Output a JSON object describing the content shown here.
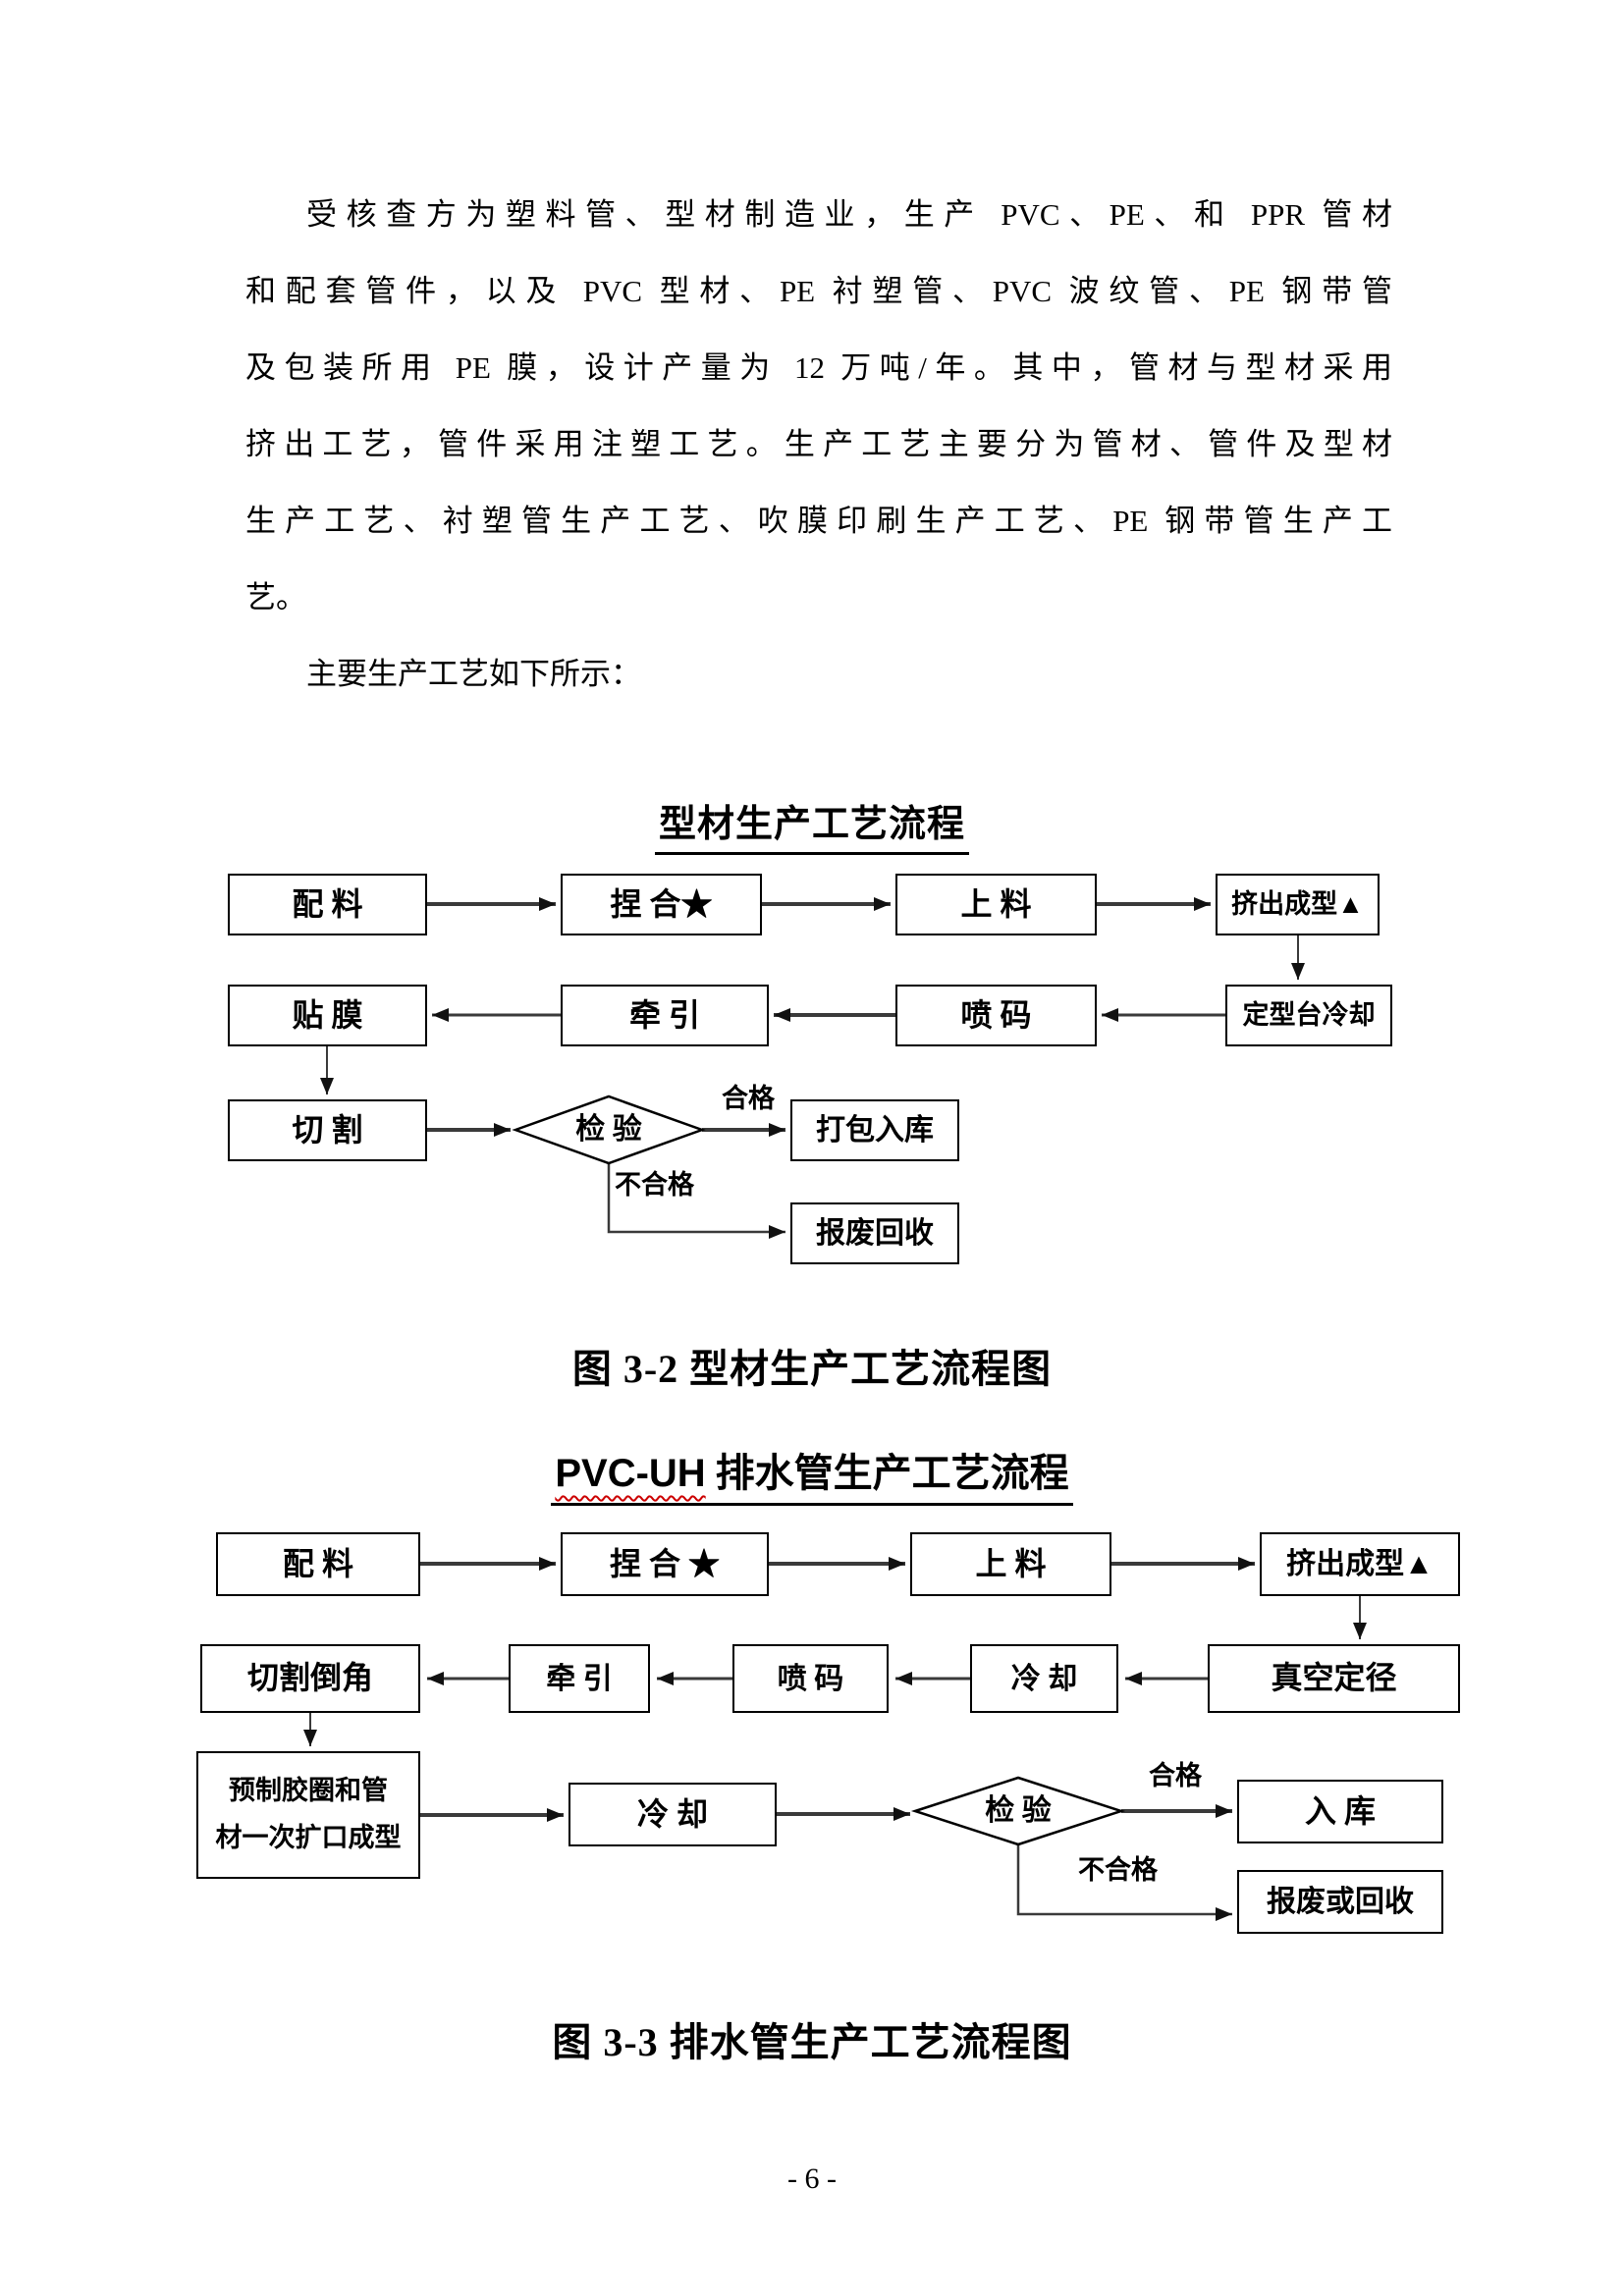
{
  "document": {
    "page_number": "- 6 -",
    "paragraph_lines": [
      "受核查方为塑料管、型材制造业，生产 PVC、PE、和 PPR 管材",
      "和配套管件，以及 PVC 型材、PE 衬塑管、PVC 波纹管、PE 钢带管",
      "及包装所用 PE 膜，设计产量为 12 万吨/年。其中，管材与型材采用",
      "挤出工艺，管件采用注塑工艺。生产工艺主要分为管材、管件及型材",
      "生产工艺、衬塑管生产工艺、吹膜印刷生产工艺、PE 钢带管生产工",
      "艺。",
      "主要生产工艺如下所示："
    ]
  },
  "colors": {
    "text": "#000000",
    "box_border": "#000000",
    "connector_line": "#333333",
    "spellcheck_underline": "#cc0000"
  },
  "chart1": {
    "title": "型材生产工艺流程",
    "caption": "图 3-2 型材生产工艺流程图",
    "nodes": {
      "peiliao": "配 料",
      "niehe": "捏 合★",
      "shangliao": "上 料",
      "jichucx": "挤出成型▲",
      "dingxing": "定型台冷却",
      "penma": "喷 码",
      "qianyin": "牵 引",
      "tiemo": "贴 膜",
      "qiege": "切 割",
      "jianyan": "检 验",
      "dabao": "打包入库",
      "baofei": "报废回收"
    },
    "labels": {
      "pass": "合格",
      "fail": "不合格"
    }
  },
  "chart2": {
    "title_en": "PVC-UH",
    "title_zh": " 排水管生产工艺流程",
    "caption": "图 3-3 排水管生产工艺流程图",
    "nodes": {
      "peiliao": "配 料",
      "niehe": "捏 合 ★",
      "shangliao": "上 料",
      "jichucx": "挤出成型▲",
      "zhenkong": "真空定径",
      "lengque1": "冷 却",
      "penma": "喷 码",
      "qianyin": "牵 引",
      "qiegedaojiao": "切割倒角",
      "yuzhi_line1": "预制胶圈和管",
      "yuzhi_line2": "材一次扩口成型",
      "lengque2": "冷 却",
      "jianyan": "检 验",
      "ruku": "入 库",
      "baofei": "报废或回收"
    },
    "labels": {
      "pass": "合格",
      "fail": "不合格"
    }
  }
}
